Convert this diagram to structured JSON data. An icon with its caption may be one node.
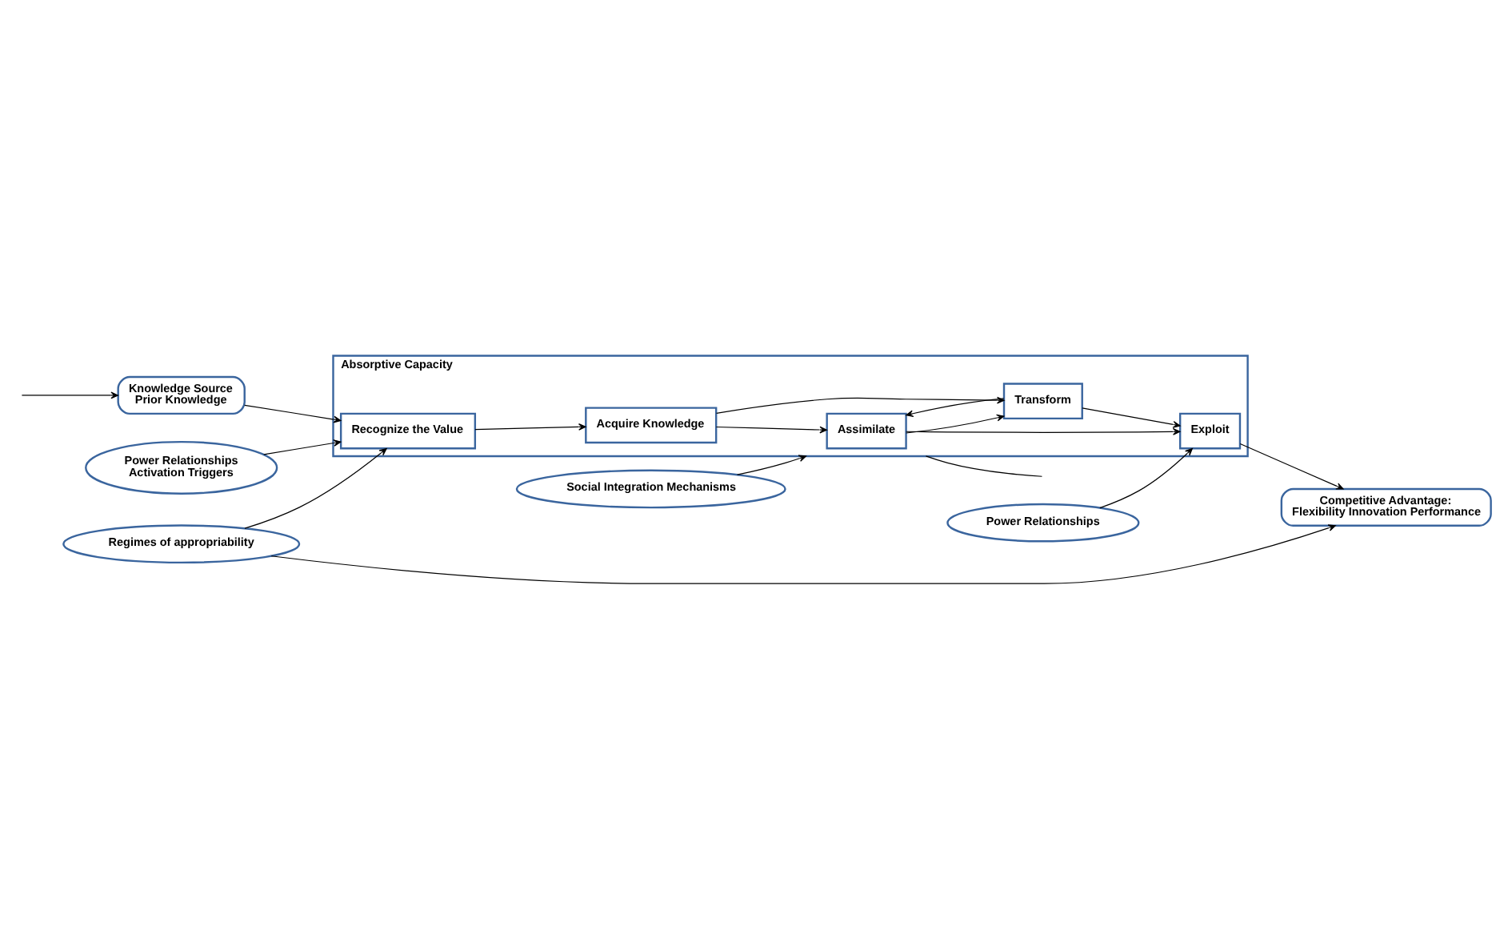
{
  "diagram": {
    "nodes": [
      {
        "text": [
          "Regimes of appropriability"
        ]
      },
      {
        "text": [
          "Knowledge Source",
          "Prior Knowledge"
        ]
      },
      {
        "text": [
          "Absorptive Capacity"
        ]
      },
      {
        "text": [
          "Recognize the Value"
        ],
        "in": 2
      },
      {
        "text": [
          "Acquire Knowledge"
        ],
        "in": 2
      },
      {
        "text": [
          "Assimilate"
        ],
        "in": 2
      },
      {
        "text": [
          "Transform"
        ],
        "in": 2
      },
      {
        "text": [
          "Exploit"
        ],
        "in": 2
      },
      {
        "text": [
          "Competitive Advantage:",
          "Flexibility Innovation Performance"
        ]
      },
      {
        "text": [
          "Power Relationships",
          "Activation Triggers"
        ]
      },
      {
        "text": [
          "Social Integration Mechanisms"
        ]
      },
      {
        "text": [
          "Power Relationships"
        ]
      }
    ],
    "edges": [
      {
        "from": 1,
        "to": 3,
        "arrow": "to"
      },
      {
        "from": 3,
        "to": 4,
        "arrow": "to"
      },
      {
        "from": 4,
        "to": 5,
        "arrow": "to"
      },
      {
        "from": 4,
        "to": 6,
        "arrow": "to"
      },
      {
        "from": 6,
        "to": 5,
        "arrow": "to"
      },
      {
        "from": 5,
        "to": 6,
        "arrow": "to"
      },
      {
        "from": 5,
        "to": 7,
        "arrow": "to"
      },
      {
        "from": 6,
        "to": 7,
        "arrow": "to"
      },
      {
        "from": 7,
        "to": 8,
        "arrow": "to"
      },
      {
        "from": 0,
        "to": 3,
        "arrow": "to"
      },
      {
        "from": 0,
        "to": 8,
        "arrow": "to"
      },
      {
        "from": 9,
        "to": 3,
        "arrow": "to"
      },
      {
        "from": 10,
        "to": 2,
        "arrow": "to"
      },
      {
        "from": 11,
        "to": 7,
        "arrow": "to"
      },
      {
        "from": null,
        "to": 1,
        "arrow": "to"
      },
      {
        "from": 2,
        "to": null,
        "arrow": "none"
      }
    ]
  }
}
